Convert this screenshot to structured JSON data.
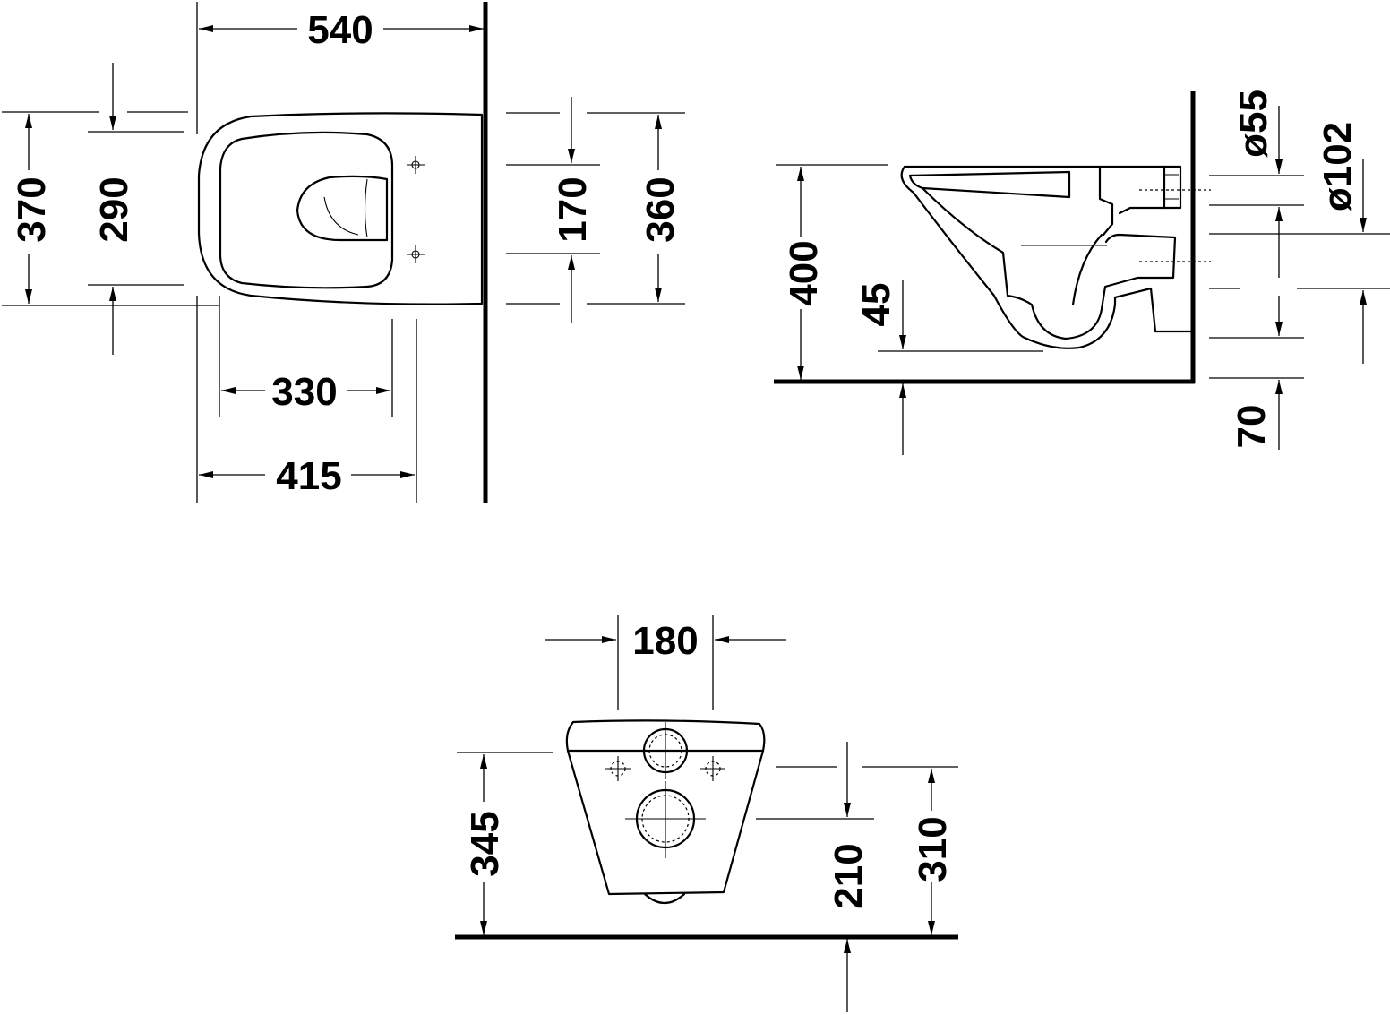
{
  "colors": {
    "line": "#000000",
    "background": "#ffffff"
  },
  "top_view": {
    "overall_length": "540",
    "overall_width": "370",
    "bowl_width": "290",
    "fixing_spacing": "170",
    "mount_width": "360",
    "bowl_length": "330",
    "seat_depth": "415"
  },
  "side_view": {
    "rim_height": "400",
    "outlet_height": "45",
    "inlet_diameter": "ø55",
    "outlet_diameter": "ø102",
    "outlet_offset": "70"
  },
  "rear_view": {
    "fixing_distance": "180",
    "fixing_height": "345",
    "inlet_height": "210",
    "outlet_height": "310"
  }
}
